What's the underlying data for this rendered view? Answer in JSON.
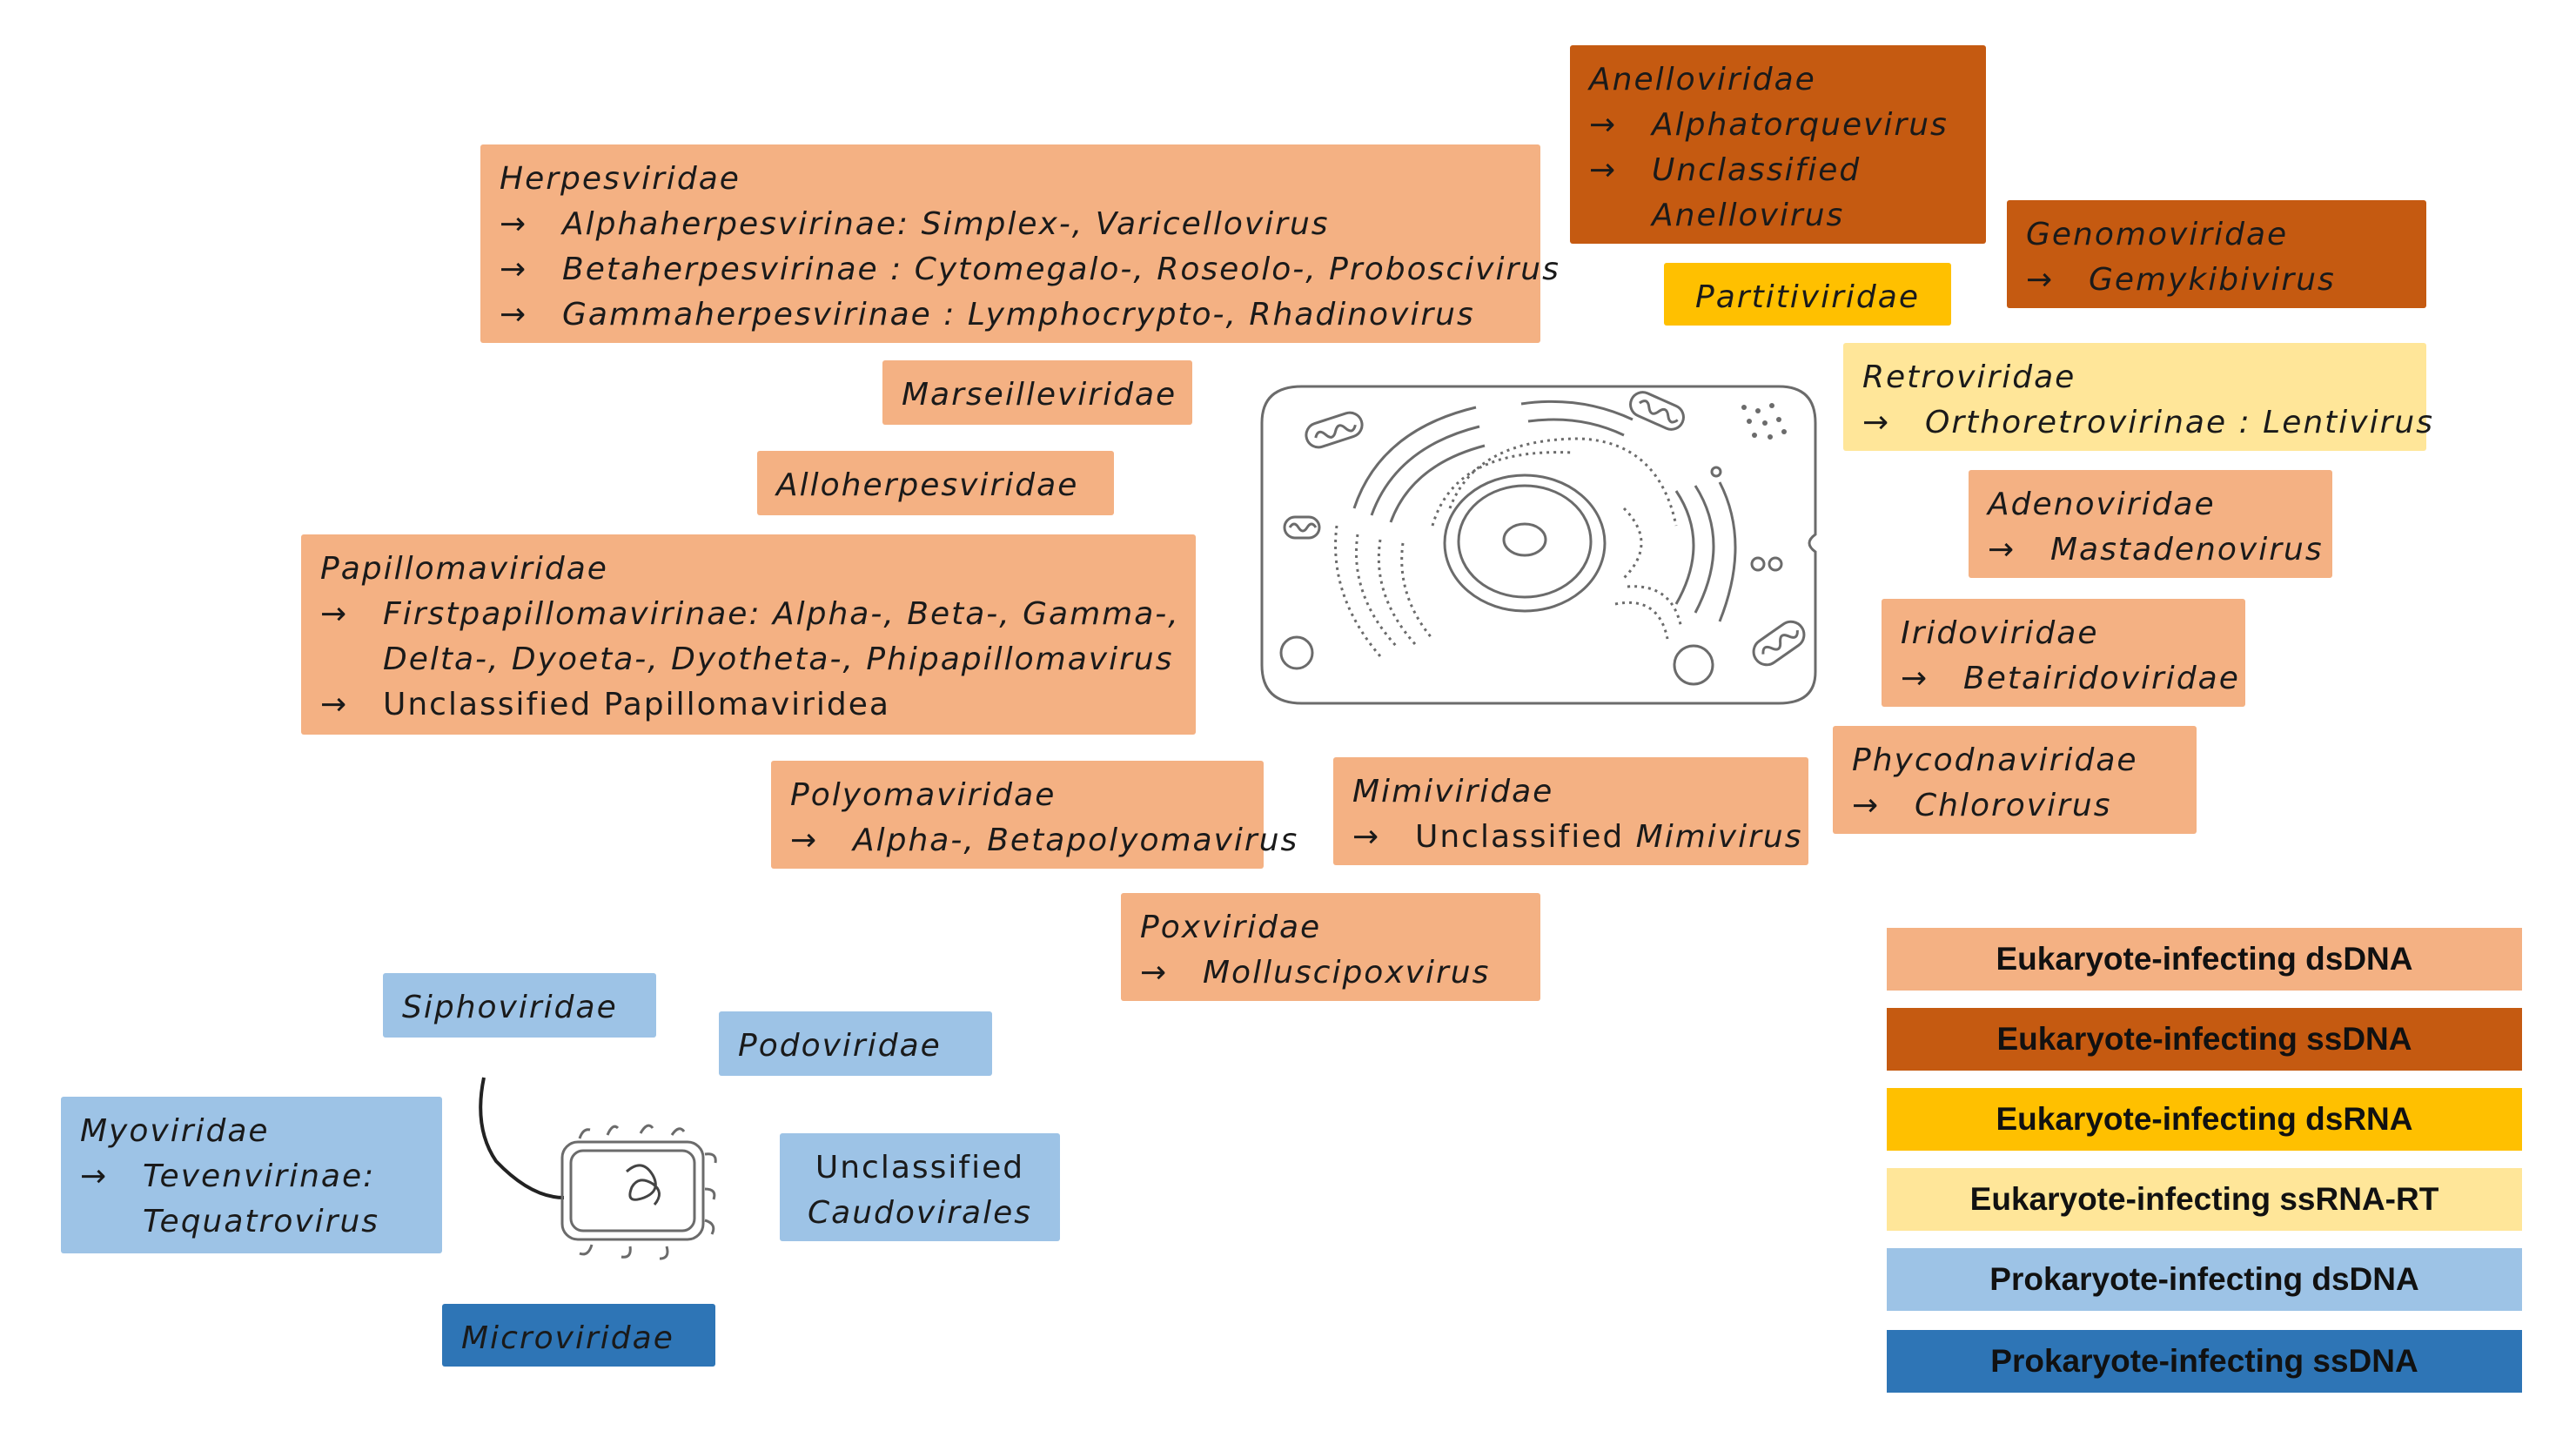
{
  "colors": {
    "eukaryote_dsDNA": "#f4b183",
    "eukaryote_ssDNA": "#c55a11",
    "eukaryote_dsRNA": "#ffc000",
    "eukaryote_ssRNA_RT": "#ffe699",
    "prokaryote_dsDNA": "#9dc3e6",
    "prokaryote_ssDNA": "#2e75b6"
  },
  "arrow": "→",
  "families": {
    "herpes": {
      "title": "Herpesviridae",
      "items": [
        "Alphaherpesvirinae: Simplex-, Varicellovirus",
        "Betaherpesvirinae : Cytomegalo-, Roseolo-, Proboscivirus",
        "Gammaherpesvirinae : Lymphocrypto-, Rhadinovirus"
      ]
    },
    "marseille": {
      "title": "Marseilleviridae"
    },
    "alloherpes": {
      "title": "Alloherpesviridae"
    },
    "papilloma": {
      "title": "Papillomaviridae",
      "items": [
        "Firstpapillomavirinae: Alpha-, Beta-, Gamma-,",
        "Delta-, Dyoeta-, Dyotheta-, Phipapillomavirus",
        "Unclassified Papillomaviridea"
      ]
    },
    "polyoma": {
      "title": "Polyomaviridae",
      "items": [
        "Alpha-, Betapolyomavirus"
      ]
    },
    "mimi": {
      "title": "Mimiviridae",
      "item_prefix": "Unclassified ",
      "item_italic": "Mimivirus"
    },
    "pox": {
      "title": "Poxviridae",
      "items": [
        "Molluscipoxvirus"
      ]
    },
    "anello": {
      "title": "Anelloviridae",
      "items": [
        "Alphatorquevirus",
        "Unclassified",
        "Anellovirus"
      ]
    },
    "partiti": {
      "title": "Partitiviridae"
    },
    "genomo": {
      "title": "Genomoviridae",
      "items": [
        "Gemykibivirus"
      ]
    },
    "retro": {
      "title": "Retroviridae",
      "items": [
        "Orthoretrovirinae : Lentivirus"
      ]
    },
    "adeno": {
      "title": "Adenoviridae",
      "items": [
        "Mastadenovirus"
      ]
    },
    "irido": {
      "title": "Iridoviridae",
      "items": [
        "Betairidoviridae"
      ]
    },
    "phycodna": {
      "title": "Phycodnaviridae",
      "items": [
        "Chlorovirus"
      ]
    },
    "sipho": {
      "title": "Siphoviridae"
    },
    "podo": {
      "title": "Podoviridae"
    },
    "myo": {
      "title": "Myoviridae",
      "items": [
        "Tevenvirinae:",
        "Tequatrovirus"
      ]
    },
    "caudo": {
      "line1": "Unclassified",
      "line2": "Caudovirales"
    },
    "micro": {
      "title": "Microviridae"
    }
  },
  "legend": [
    "Eukaryote-infecting dsDNA",
    "Eukaryote-infecting ssDNA",
    "Eukaryote-infecting dsRNA",
    "Eukaryote-infecting ssRNA-RT",
    "Prokaryote-infecting dsDNA",
    "Prokaryote-infecting ssDNA"
  ]
}
